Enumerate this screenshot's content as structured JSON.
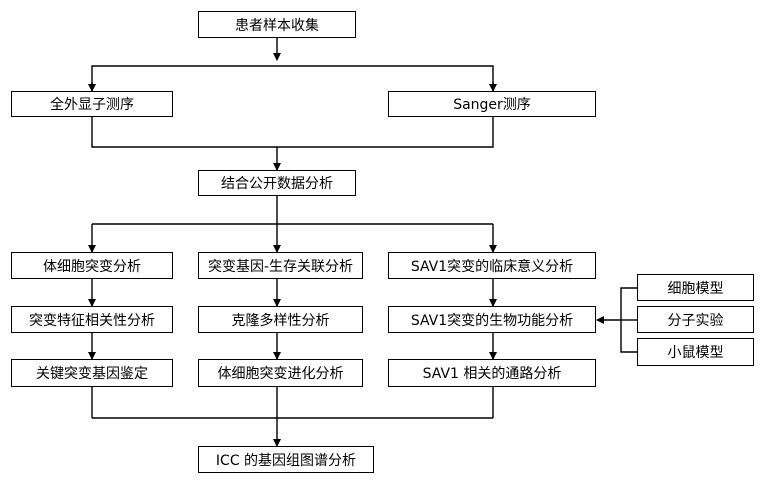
{
  "diagram": {
    "nodes": {
      "sample_collection": "患者样本收集",
      "wes": "全外显子测序",
      "sanger": "Sanger测序",
      "public_data": "结合公开数据分析",
      "somatic_mutation": "体细胞突变分析",
      "mutation_survival": "突变基因-生存关联分析",
      "sav1_clinical": "SAV1突变的临床意义分析",
      "mutation_correlation": "突变特征相关性分析",
      "clonal_diversity": "克隆多样性分析",
      "sav1_function": "SAV1突变的生物功能分析",
      "key_gene": "关键突变基因鉴定",
      "somatic_evolution": "体细胞突变进化分析",
      "sav1_pathway": "SAV1 相关的通路分析",
      "icc_genome": "ICC 的基因组图谱分析",
      "cell_model": "细胞模型",
      "molecular_exp": "分子实验",
      "mouse_model": "小鼠模型"
    }
  }
}
